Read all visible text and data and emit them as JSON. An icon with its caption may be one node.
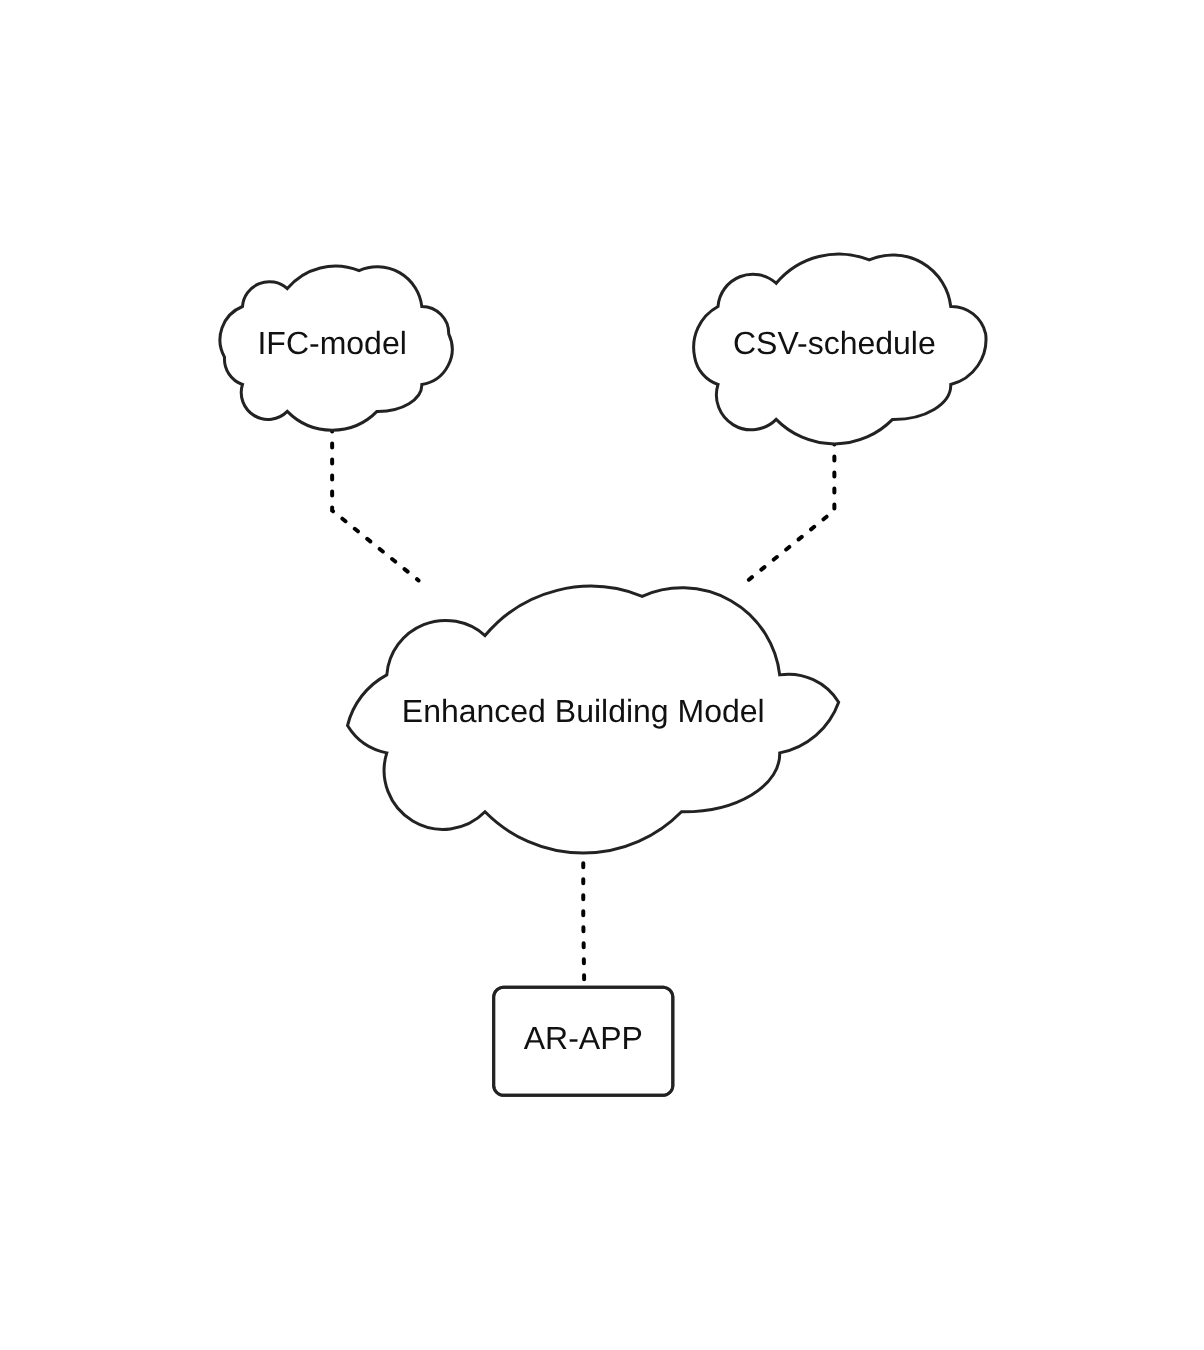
{
  "diagram": {
    "nodes": [
      {
        "text": [
          "IFC-model"
        ]
      },
      {
        "text": [
          "CSV-schedule"
        ]
      },
      {
        "text": [
          "Enhanced Building Model"
        ]
      },
      {
        "text": [
          "AR-APP"
        ]
      }
    ],
    "edges": [
      {
        "from": 0,
        "to": 2,
        "arrow": "none",
        "style": "dashed"
      },
      {
        "from": 1,
        "to": 2,
        "arrow": "none",
        "style": "dashed"
      },
      {
        "from": 2,
        "to": 3,
        "arrow": "none",
        "style": "dashed"
      }
    ]
  }
}
